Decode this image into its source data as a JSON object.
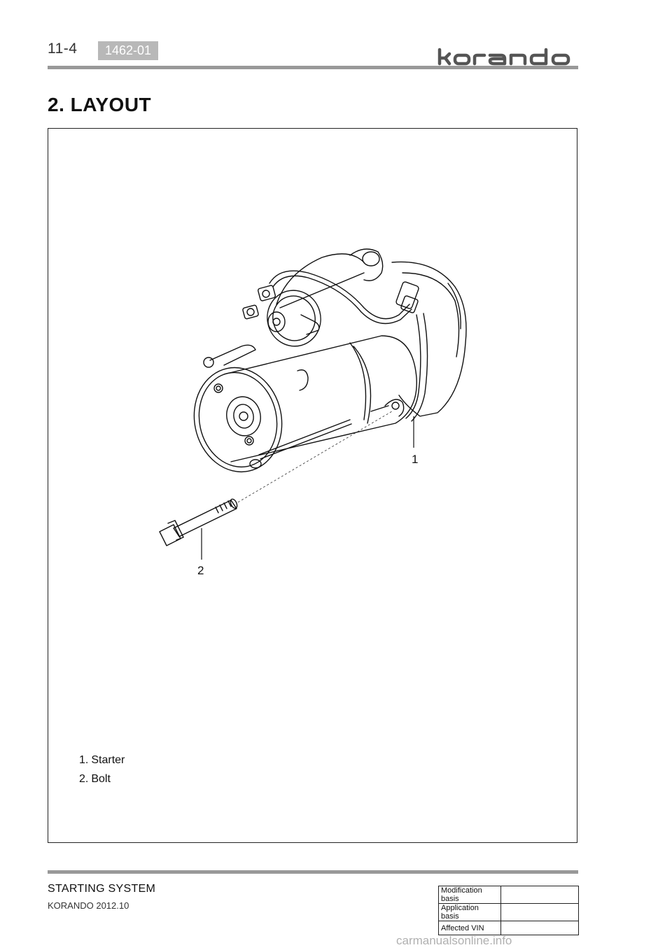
{
  "header": {
    "page_number": "11-4",
    "section_code": "1462-01",
    "brand": "korando"
  },
  "title": "2. LAYOUT",
  "figure": {
    "callouts": [
      "1",
      "2"
    ],
    "legend": [
      {
        "number": "1.",
        "label": "Starter"
      },
      {
        "number": "2.",
        "label": "Bolt"
      }
    ]
  },
  "footer": {
    "system": "STARTING SYSTEM",
    "model": "KORANDO 2012.10",
    "revision_rows": [
      {
        "label": "Modification basis",
        "value": ""
      },
      {
        "label": "Application basis",
        "value": ""
      },
      {
        "label": "Affected VIN",
        "value": ""
      }
    ]
  },
  "watermark": "carmanualsonline.info",
  "colors": {
    "rule": "#999999",
    "code_badge": "#b8b8b8",
    "watermark": "#b0b0b0"
  }
}
